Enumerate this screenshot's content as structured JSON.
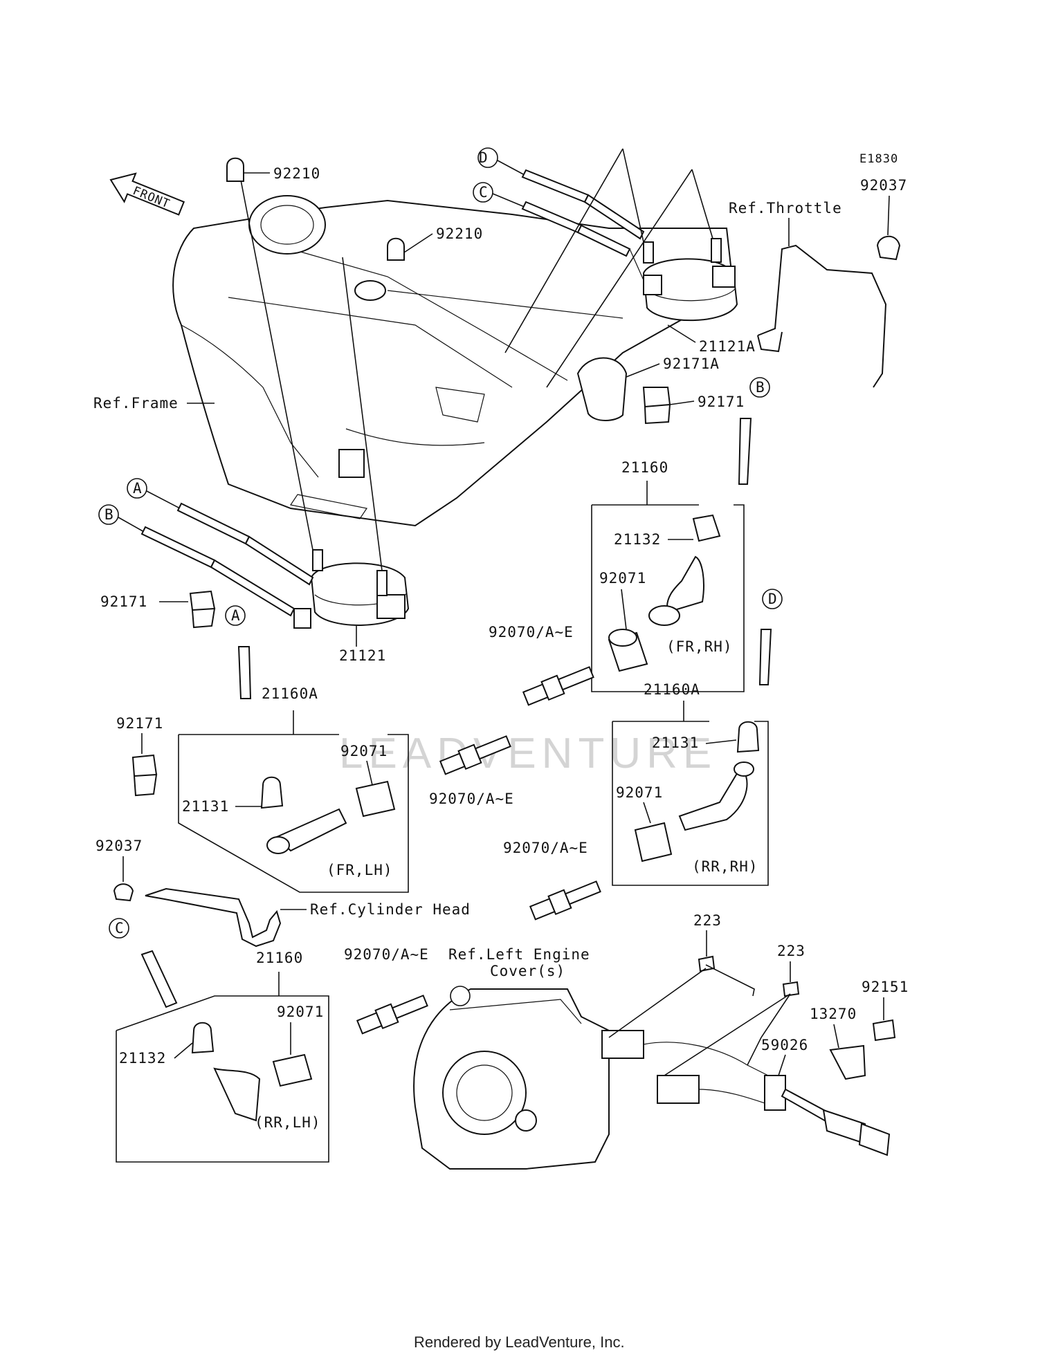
{
  "diagram_code": "E1830",
  "front_label": "FRONT",
  "watermark": "LEADVENTURE",
  "footer": "Rendered by LeadVenture, Inc.",
  "callouts": {
    "bolt_top_1": "92210",
    "bolt_top_2": "92210",
    "coil_rear": "21121A",
    "clamp_a": "92171A",
    "clamp_b": "92171",
    "clamp_c": "92171",
    "clamp_d": "92171",
    "coil_front": "21121",
    "band_top": "92037",
    "band_left": "92037",
    "cap_fr_rh": "21160",
    "cap_fr_lh": "21160A",
    "cap_rr_rh": "21160A",
    "cap_rr_lh": "21160",
    "boot_fr_rh": "21132",
    "boot_rr_lh": "21132",
    "boot_fr_lh": "21131",
    "boot_rr_rh": "21131",
    "seal_fr_rh": "92071",
    "seal_fr_lh": "92071",
    "seal_rr_rh": "92071",
    "seal_rr_lh": "92071",
    "plug_1": "92070/A~E",
    "plug_2": "92070/A~E",
    "plug_3": "92070/A~E",
    "plug_4": "92070/A~E",
    "screw_1": "223",
    "screw_2": "223",
    "bolt_side": "92151",
    "clip_side": "13270",
    "pickup": "59026"
  },
  "refs": {
    "frame": "Ref.Frame",
    "throttle": "Ref.Throttle",
    "cylinder_head": "Ref.Cylinder Head",
    "engine_cover_1": "Ref.Left Engine",
    "engine_cover_2": "Cover(s)"
  },
  "positions": {
    "fr_rh": "(FR,RH)",
    "fr_lh": "(FR,LH)",
    "rr_rh": "(RR,RH)",
    "rr_lh": "(RR,LH)"
  },
  "markers": {
    "a1": "A",
    "a2": "A",
    "b1": "B",
    "b2": "B",
    "c1": "C",
    "c2": "C",
    "d1": "D",
    "d2": "D"
  }
}
